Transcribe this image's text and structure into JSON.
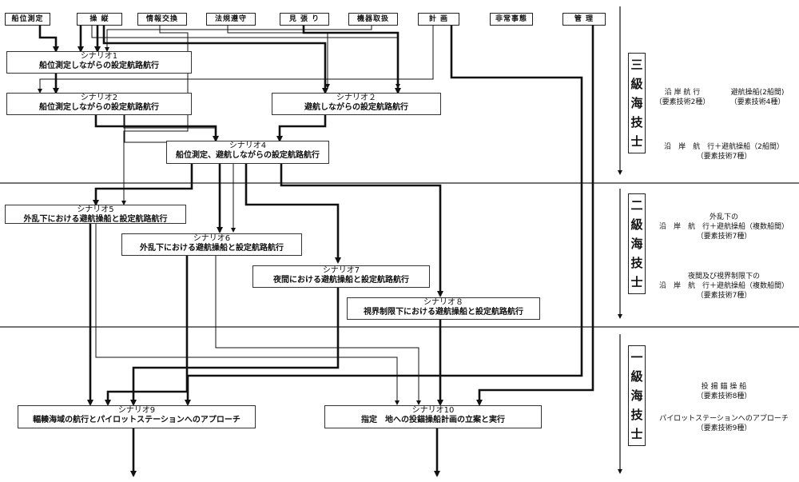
{
  "top_items": [
    "船位測定",
    "操 縦",
    "情報交換",
    "法規遵守",
    "見 張 り",
    "機器取扱",
    "計 画",
    "非常事態",
    "管 理"
  ],
  "scenarios": [
    {
      "title": "シナリオ1",
      "desc": "船位測定しながらの設定航路航行"
    },
    {
      "title": "シナリオ2",
      "desc": "船位測定しながらの設定航路航行"
    },
    {
      "title": "シナリオ２",
      "desc": "避航しながらの設定航路航行"
    },
    {
      "title": "シナリオ4",
      "desc": "船位測定、避航しながらの設定航路航行"
    },
    {
      "title": "シナリオ5",
      "desc": "外乱下における避航操船と設定航路航行"
    },
    {
      "title": "シナリオ6",
      "desc": "外乱下における避航操船と設定航路航行"
    },
    {
      "title": "シナリオ7",
      "desc": "夜間における避航操船と設定航路航行"
    },
    {
      "title": "シナリオ８",
      "desc": "視界制限下における避航操船と設定航路航行"
    },
    {
      "title": "シナリオ9",
      "desc": "輻輳海域の航行とパイロットステーションへのアプローチ"
    },
    {
      "title": "シナリオ10",
      "desc": "指定　地への投錨操船計画の立案と実行"
    }
  ],
  "levels": [
    {
      "chars": [
        "三",
        "級",
        "海",
        "技",
        "士"
      ]
    },
    {
      "chars": [
        "二",
        "級",
        "海",
        "技",
        "士"
      ]
    },
    {
      "chars": [
        "一",
        "級",
        "海",
        "技",
        "士"
      ]
    }
  ],
  "notes": [
    {
      "lines": [
        "沿 岸 航 行",
        "（要素技術2種）"
      ]
    },
    {
      "lines": [
        "避航操船(2船間)",
        "（要素技術4種）"
      ]
    },
    {
      "lines": [
        "沿　岸　航　行＋避航操船（2船間）",
        "（要素技術7種）"
      ]
    },
    {
      "lines": [
        "外乱下の",
        "沿　岸　航　行＋避航操船（複数船間）",
        "（要素技術7種）"
      ]
    },
    {
      "lines": [
        "夜間及び視界制限下の",
        "沿　岸　航　行＋避航操船（複数船間）",
        "（要素技術7種）"
      ]
    },
    {
      "lines": [
        "投 揚 錨 操 船",
        "（要素技術8種）"
      ]
    },
    {
      "lines": [
        "パイロットステーションへのアプローチ",
        "（要素技術9種）"
      ]
    }
  ]
}
